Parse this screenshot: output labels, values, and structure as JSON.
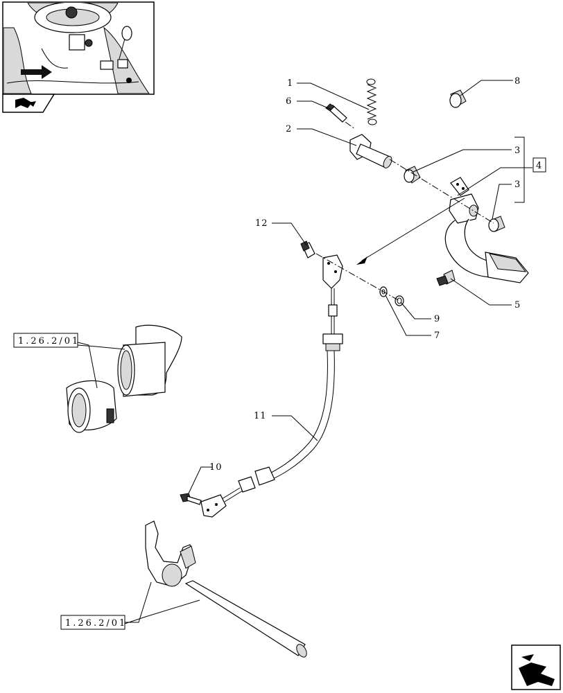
{
  "callouts": {
    "c1": "1",
    "c2": "2",
    "c3a": "3",
    "c3b": "3",
    "c4": "4",
    "c5": "5",
    "c6": "6",
    "c7": "7",
    "c8": "8",
    "c9": "9",
    "c10": "10",
    "c11": "11",
    "c12": "12"
  },
  "references": {
    "ref_top": "1.26.2/01",
    "ref_bottom": "1.26.2/01"
  },
  "icons": {
    "nav_prev": "arrow-prev-icon",
    "nav_next": "arrow-next-icon"
  }
}
